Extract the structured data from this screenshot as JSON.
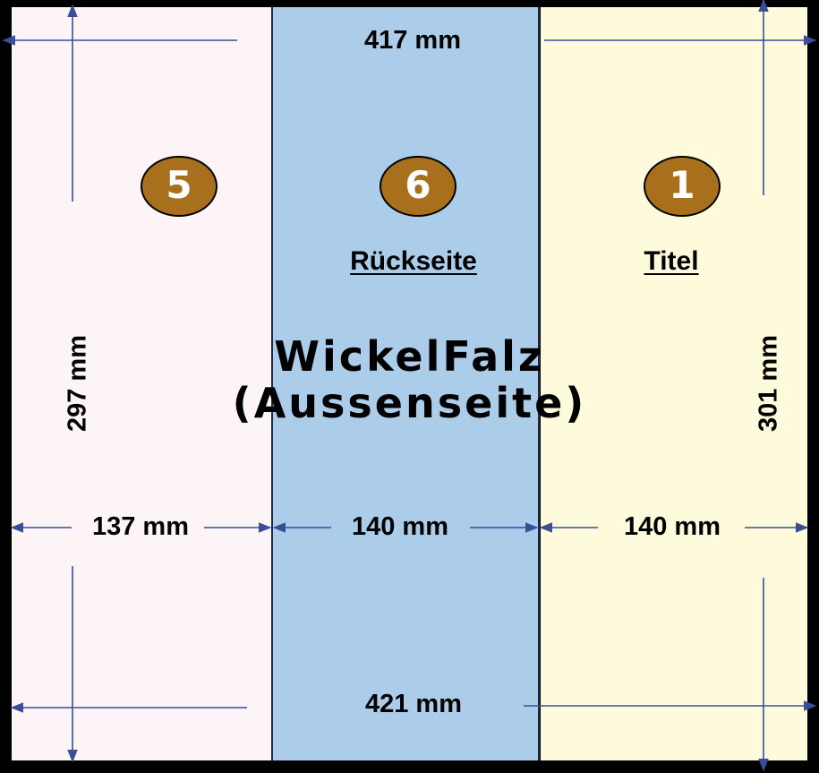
{
  "panels": [
    {
      "number": "5",
      "label": "",
      "color": "#fdf4f7"
    },
    {
      "number": "6",
      "label": "Rückseite",
      "color": "#abcdea"
    },
    {
      "number": "1",
      "label": "Titel",
      "color": "#fefadc"
    }
  ],
  "title": {
    "line1": "WickelFalz",
    "line2": "(Aussenseite)"
  },
  "dimensions": {
    "top_width": "417 mm",
    "bottom_width": "421 mm",
    "left_height": "297 mm",
    "right_height": "301 mm",
    "panel_widths": [
      "137 mm",
      "140 mm",
      "140 mm"
    ]
  },
  "colors": {
    "arrow": "#3a4d97",
    "badge": "#a8701c",
    "fold_line": "#1e2b47"
  }
}
